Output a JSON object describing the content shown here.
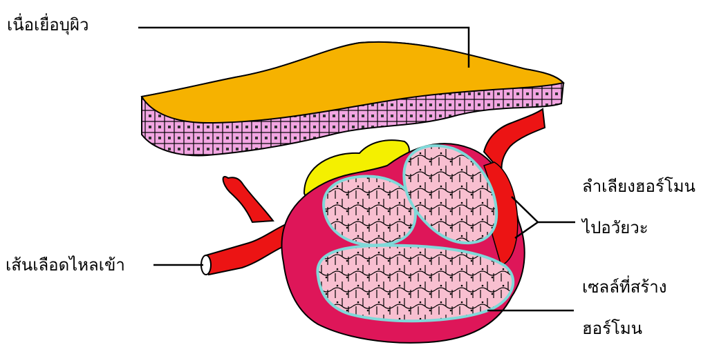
{
  "labels": {
    "epithelium": "เนื่อเยื่อบุผิว",
    "hormone_transport_line1": "ลำเลียงฮอร์โมน",
    "hormone_transport_line2": "ไปอวัยวะ",
    "blood_in": "เส้นเลือดไหลเข้า",
    "hormone_cells_line1": "เซลล์ที่สร้าง",
    "hormone_cells_line2": "ฮอร์โมน"
  },
  "colors": {
    "epithelium_top": "#F6B200",
    "epithelium_cells": "#F2A6E2",
    "blood_vessel": "#EC1414",
    "gland_tissue": "#DE1659",
    "gland_cells": "#F8BFD0",
    "basement_membrane": "#7FD9D9",
    "yellow_lobe": "#F4F000",
    "line": "#000000"
  }
}
